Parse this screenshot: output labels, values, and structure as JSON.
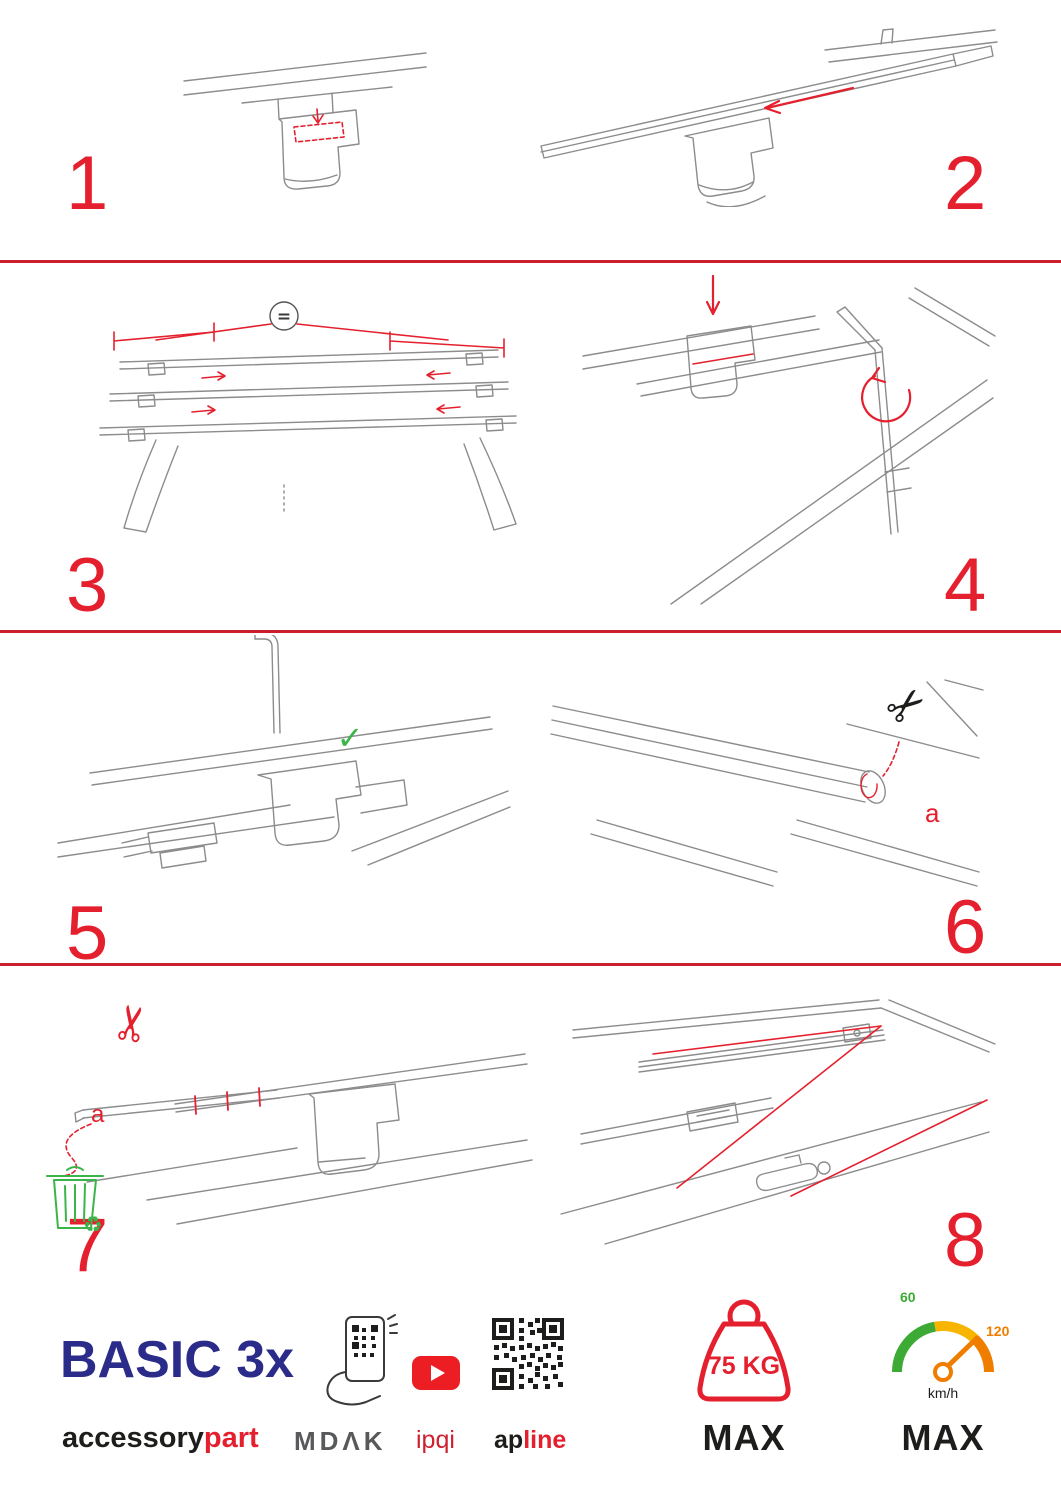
{
  "colors": {
    "accent_red": "#e5202e",
    "brand_blue": "#2b2b8a",
    "green": "#3bb54a",
    "speedometer_green": "#3daa35",
    "speedometer_yellow": "#f7b500",
    "speedometer_orange": "#ef7d00"
  },
  "steps": [
    {
      "number": "1"
    },
    {
      "number": "2"
    },
    {
      "number": "3",
      "equal_label": "="
    },
    {
      "number": "4"
    },
    {
      "number": "5",
      "check_mark": "✓"
    },
    {
      "number": "6",
      "part_label": "a",
      "scissors_glyph": "✂"
    },
    {
      "number": "7",
      "part_label": "a",
      "scissors_glyph": "✂",
      "recycle_glyph": "♻"
    },
    {
      "number": "8"
    }
  ],
  "footer": {
    "product_name": "BASIC 3x",
    "brand_prefix": "accessory",
    "brand_suffix": "part",
    "logo_mdak": "MDΛK",
    "logo_ipqi": "ipqi",
    "logo_apline_prefix": "ap",
    "logo_apline_suffix": "line",
    "weight": {
      "value": "75 KG",
      "max_label": "MAX"
    },
    "speed": {
      "low": "60",
      "high": "120",
      "unit": "km/h",
      "max_label": "MAX"
    }
  }
}
